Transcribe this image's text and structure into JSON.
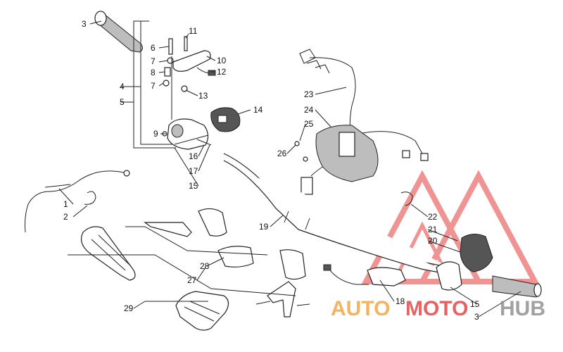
{
  "labels": {
    "l1": "1",
    "l2": "2",
    "l3a": "3",
    "l3b": "3",
    "l4": "4",
    "l5": "5",
    "l6": "6",
    "l7a": "7",
    "l7b": "7",
    "l8": "8",
    "l9": "9",
    "l10": "10",
    "l11": "11",
    "l12": "12",
    "l13": "13",
    "l14": "14",
    "l15a": "15",
    "l15b": "15",
    "l16": "16",
    "l17": "17",
    "l18": "18",
    "l19": "19",
    "l20": "20",
    "l21": "21",
    "l22": "22",
    "l23": "23",
    "l24": "24",
    "l25": "25",
    "l26": "26",
    "l27": "27",
    "l28": "28",
    "l29": "29"
  },
  "watermark": {
    "part1": "AUTO",
    "part2": "MOTO",
    "part3": "HUB",
    "color_orange": "#f0a23c",
    "color_red": "#e23b3b",
    "color_gray": "#8a8a8a"
  }
}
